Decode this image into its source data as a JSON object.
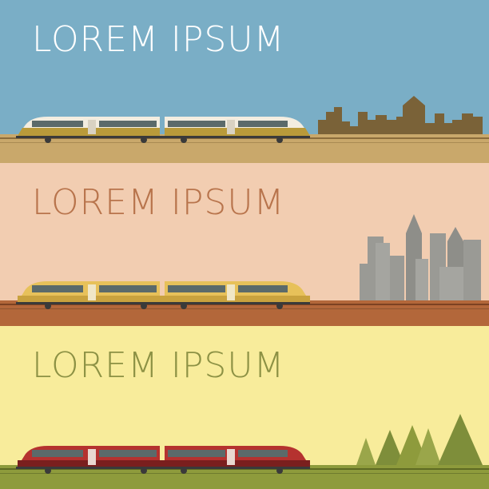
{
  "banners": [
    {
      "title": "LOREM IPSUM",
      "sky_color": "#7aaec6",
      "ground_color": "#c9a86b",
      "title_color": "#ffffff",
      "train_body_color": "#f3ede0",
      "train_accent_color": "#b99a3a",
      "skyline_color": "#7a6238",
      "skyline": "town"
    },
    {
      "title": "LOREM IPSUM",
      "sky_color": "#f2cdb1",
      "ground_color": "#b3673a",
      "title_color": "#b8744c",
      "train_body_color": "#e7c15a",
      "train_accent_color": "#c9a23e",
      "skyline_color": "#9a9a95",
      "skyline": "city"
    },
    {
      "title": "LOREM IPSUM",
      "sky_color": "#f8ec9b",
      "ground_color": "#8e9b3c",
      "title_color": "#8c9144",
      "train_body_color": "#b5322f",
      "train_accent_color": "#7a1f1e",
      "skyline_color": "#7e8e3a",
      "skyline": "forest"
    }
  ]
}
